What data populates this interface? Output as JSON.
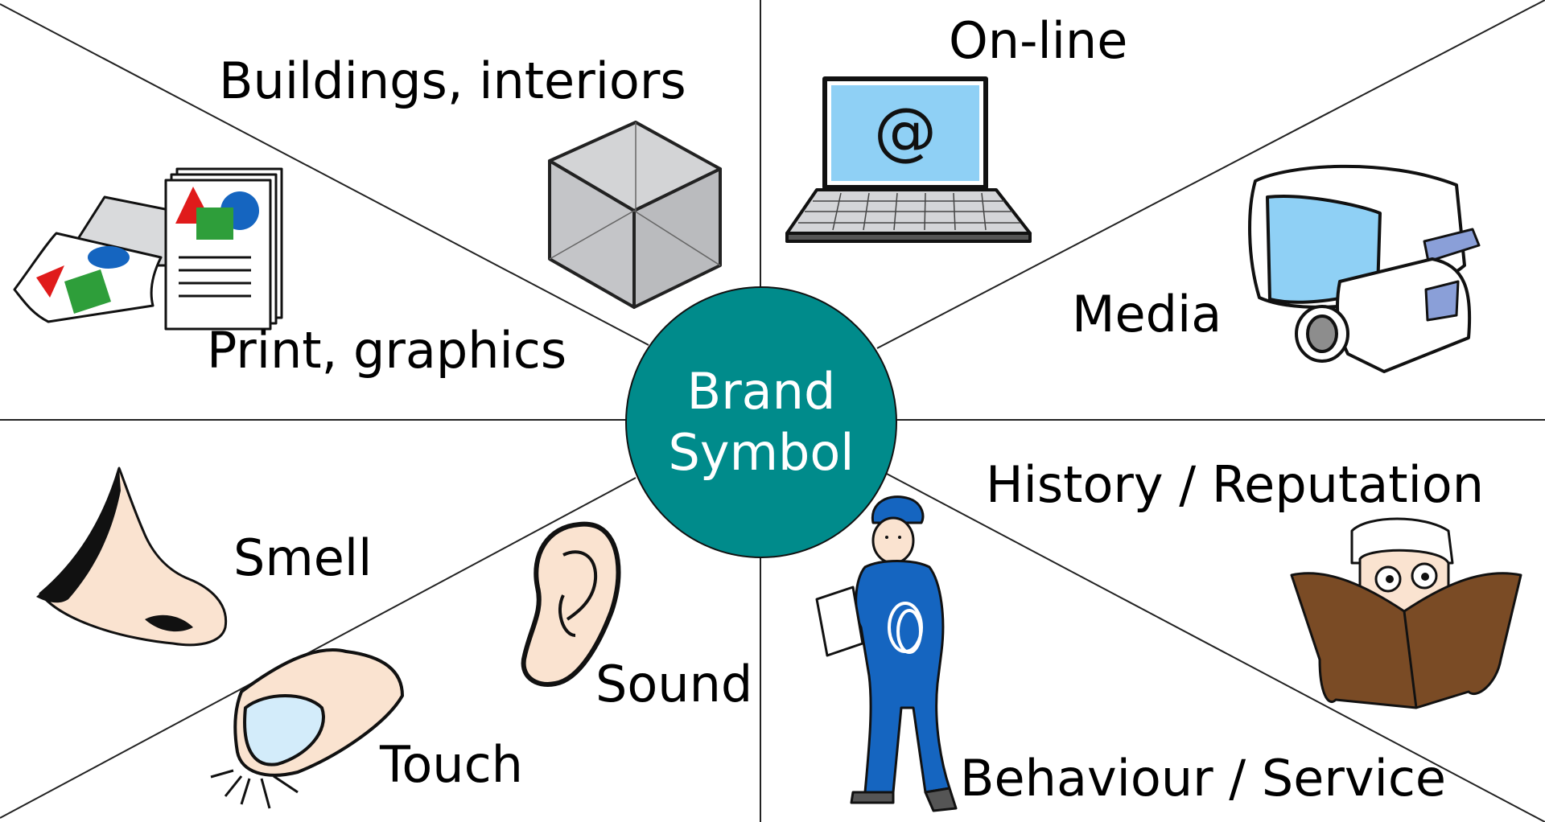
{
  "center": {
    "line1": "Brand",
    "line2": "Symbol",
    "color": "#008b8b"
  },
  "labels": {
    "buildings": "Buildings, interiors",
    "print": "Print, graphics",
    "online": "On-line",
    "media": "Media",
    "smell": "Smell",
    "touch": "Touch",
    "sound": "Sound",
    "history": "History / Reputation",
    "behaviour": "Behaviour / Service"
  },
  "icons": [
    "cube-icon",
    "printer-icon",
    "laptop-icon",
    "video-camera-icon",
    "nose-icon",
    "finger-icon",
    "ear-icon",
    "worker-icon",
    "reading-man-icon"
  ],
  "laptop_screen_text": "@"
}
